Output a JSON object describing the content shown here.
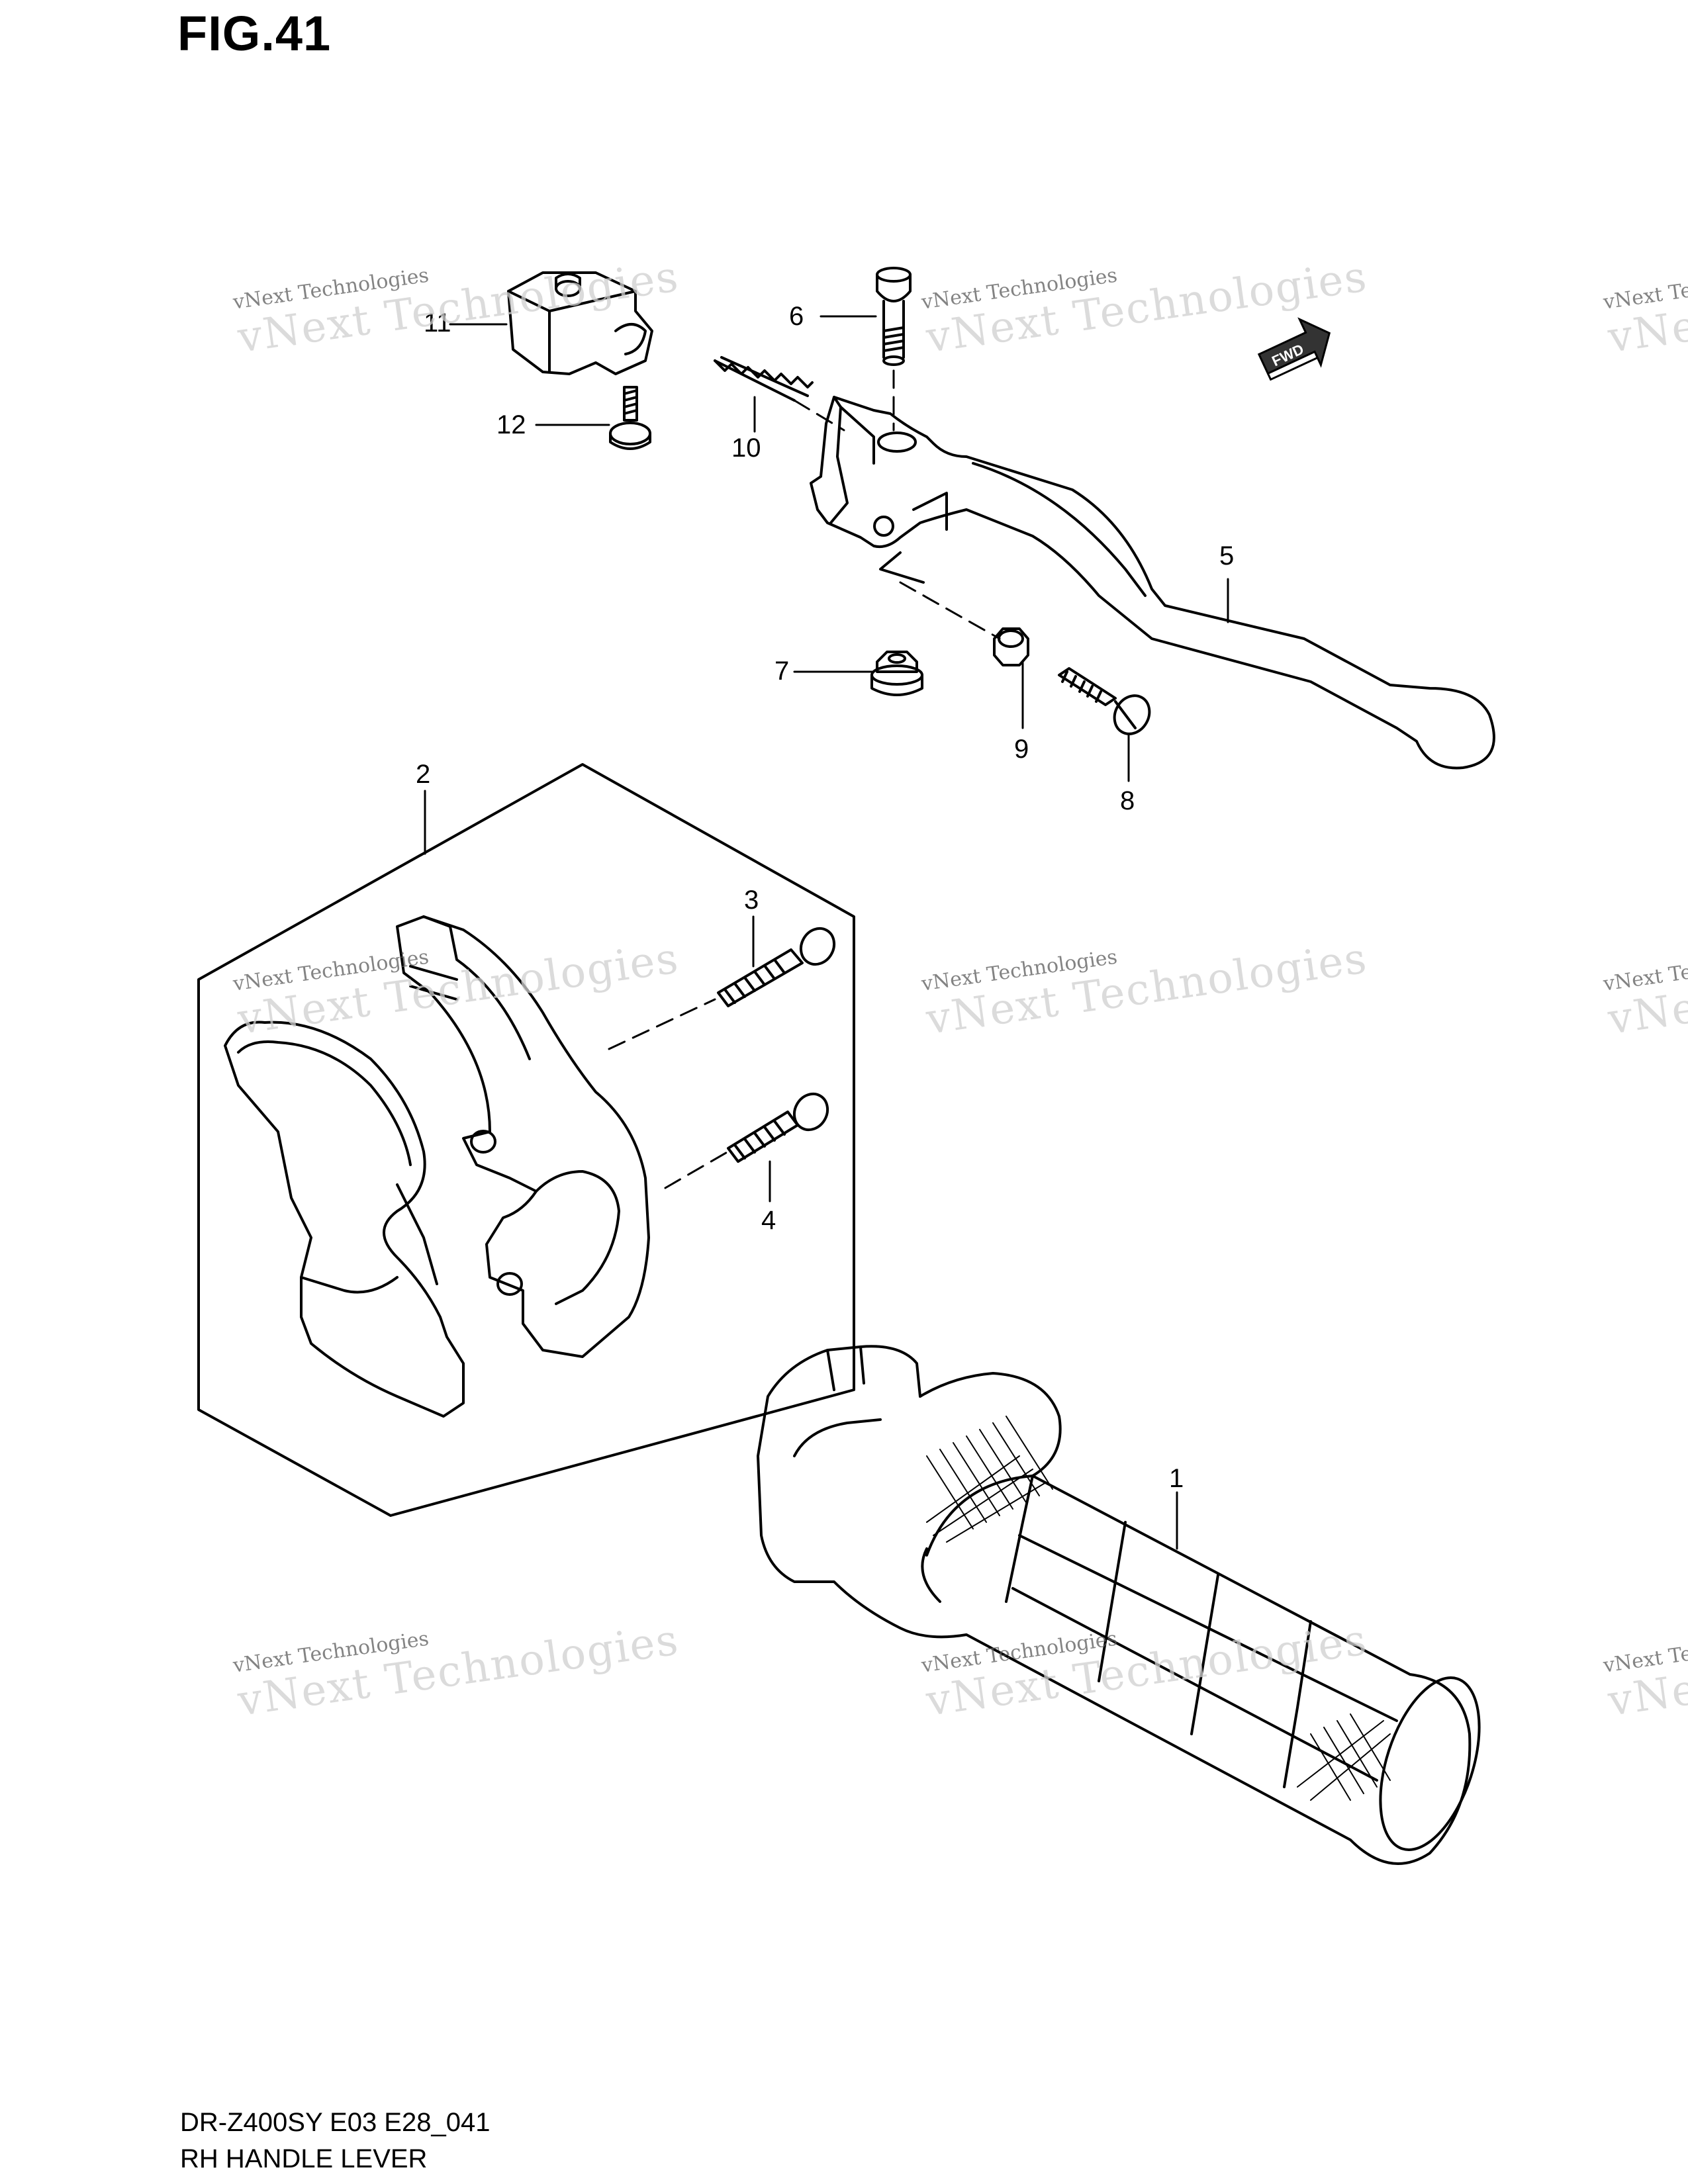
{
  "figure": {
    "title": "FIG.41"
  },
  "callouts": [
    {
      "id": "1",
      "label": "1"
    },
    {
      "id": "2",
      "label": "2"
    },
    {
      "id": "3",
      "label": "3"
    },
    {
      "id": "4",
      "label": "4"
    },
    {
      "id": "5",
      "label": "5"
    },
    {
      "id": "6",
      "label": "6"
    },
    {
      "id": "7",
      "label": "7"
    },
    {
      "id": "8",
      "label": "8"
    },
    {
      "id": "9",
      "label": "9"
    },
    {
      "id": "10",
      "label": "10"
    },
    {
      "id": "11",
      "label": "11"
    },
    {
      "id": "12",
      "label": "12"
    }
  ],
  "direction_marker": {
    "label": "FWD"
  },
  "watermark": {
    "line1": "vNext Technologies",
    "line2": "vNext Technologies"
  },
  "footer": {
    "model_code": "DR-Z400SY E03 E28_041",
    "caption": "RH HANDLE LEVER"
  },
  "colors": {
    "line": "#000000",
    "watermark": "#b5b5b5",
    "background": "#ffffff"
  }
}
